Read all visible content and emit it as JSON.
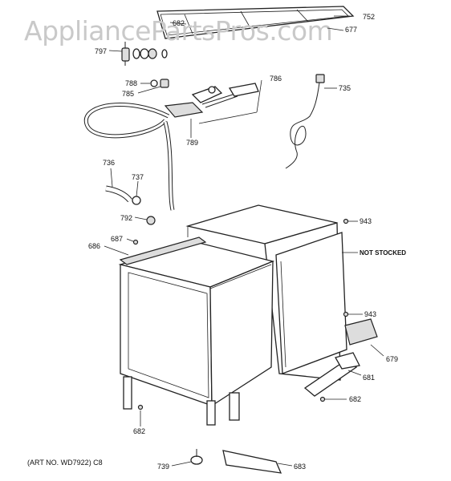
{
  "watermark": "AppliancePartsPros.com",
  "art_no": "(ART NO. WD7922) C8",
  "callouts": [
    {
      "id": "c752",
      "text": "752"
    },
    {
      "id": "c682a",
      "text": "682"
    },
    {
      "id": "c677",
      "text": "677"
    },
    {
      "id": "c797",
      "text": "797"
    },
    {
      "id": "c788",
      "text": "788"
    },
    {
      "id": "c785",
      "text": "785"
    },
    {
      "id": "c786",
      "text": "786"
    },
    {
      "id": "c735",
      "text": "735"
    },
    {
      "id": "c789",
      "text": "789"
    },
    {
      "id": "c736",
      "text": "736"
    },
    {
      "id": "c737",
      "text": "737"
    },
    {
      "id": "c792",
      "text": "792"
    },
    {
      "id": "c943a",
      "text": "943"
    },
    {
      "id": "c687",
      "text": "687"
    },
    {
      "id": "c686",
      "text": "686"
    },
    {
      "id": "cns",
      "text": "NOT STOCKED"
    },
    {
      "id": "c943b",
      "text": "943"
    },
    {
      "id": "c679",
      "text": "679"
    },
    {
      "id": "c681",
      "text": "681"
    },
    {
      "id": "c682b",
      "text": "682"
    },
    {
      "id": "c682c",
      "text": "682"
    },
    {
      "id": "c739",
      "text": "739"
    },
    {
      "id": "c683",
      "text": "683"
    }
  ]
}
